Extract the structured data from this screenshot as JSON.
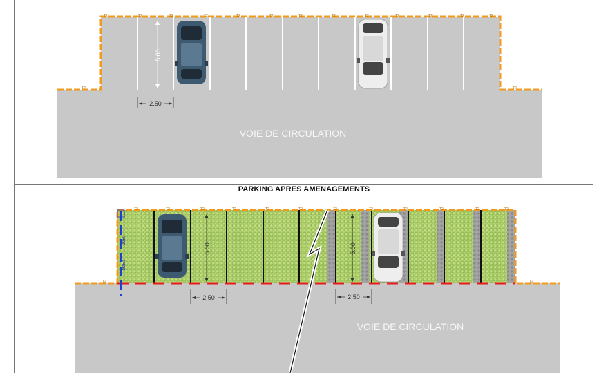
{
  "top_panel": {
    "road_label": "VOIE DE CIRCULATION",
    "depth_label": "5.00",
    "width_label": "2.50",
    "fence_tag": "T2"
  },
  "bottom_panel": {
    "title": "PARKING APRES AMENAGEMENTS",
    "road_label": "VOIE DE CIRCULATION",
    "depth_label_left": "5.00",
    "depth_label_right": "5.00",
    "width_label_left": "2.50",
    "width_label_right": "2.50",
    "fence_tag": "T2",
    "blue_tag_1": "Ø250",
    "blue_tag_2": "Ø250"
  },
  "colors": {
    "asphalt": "#c8c8c8",
    "fence": "#f29a1c",
    "grass": "#c2de82",
    "gravel": "#9a9a9a",
    "curb_red": "#e41b1b",
    "blue_pipe": "#1f3fd1",
    "dark_car": "#3e5a70",
    "white_car": "#eeeeee"
  }
}
